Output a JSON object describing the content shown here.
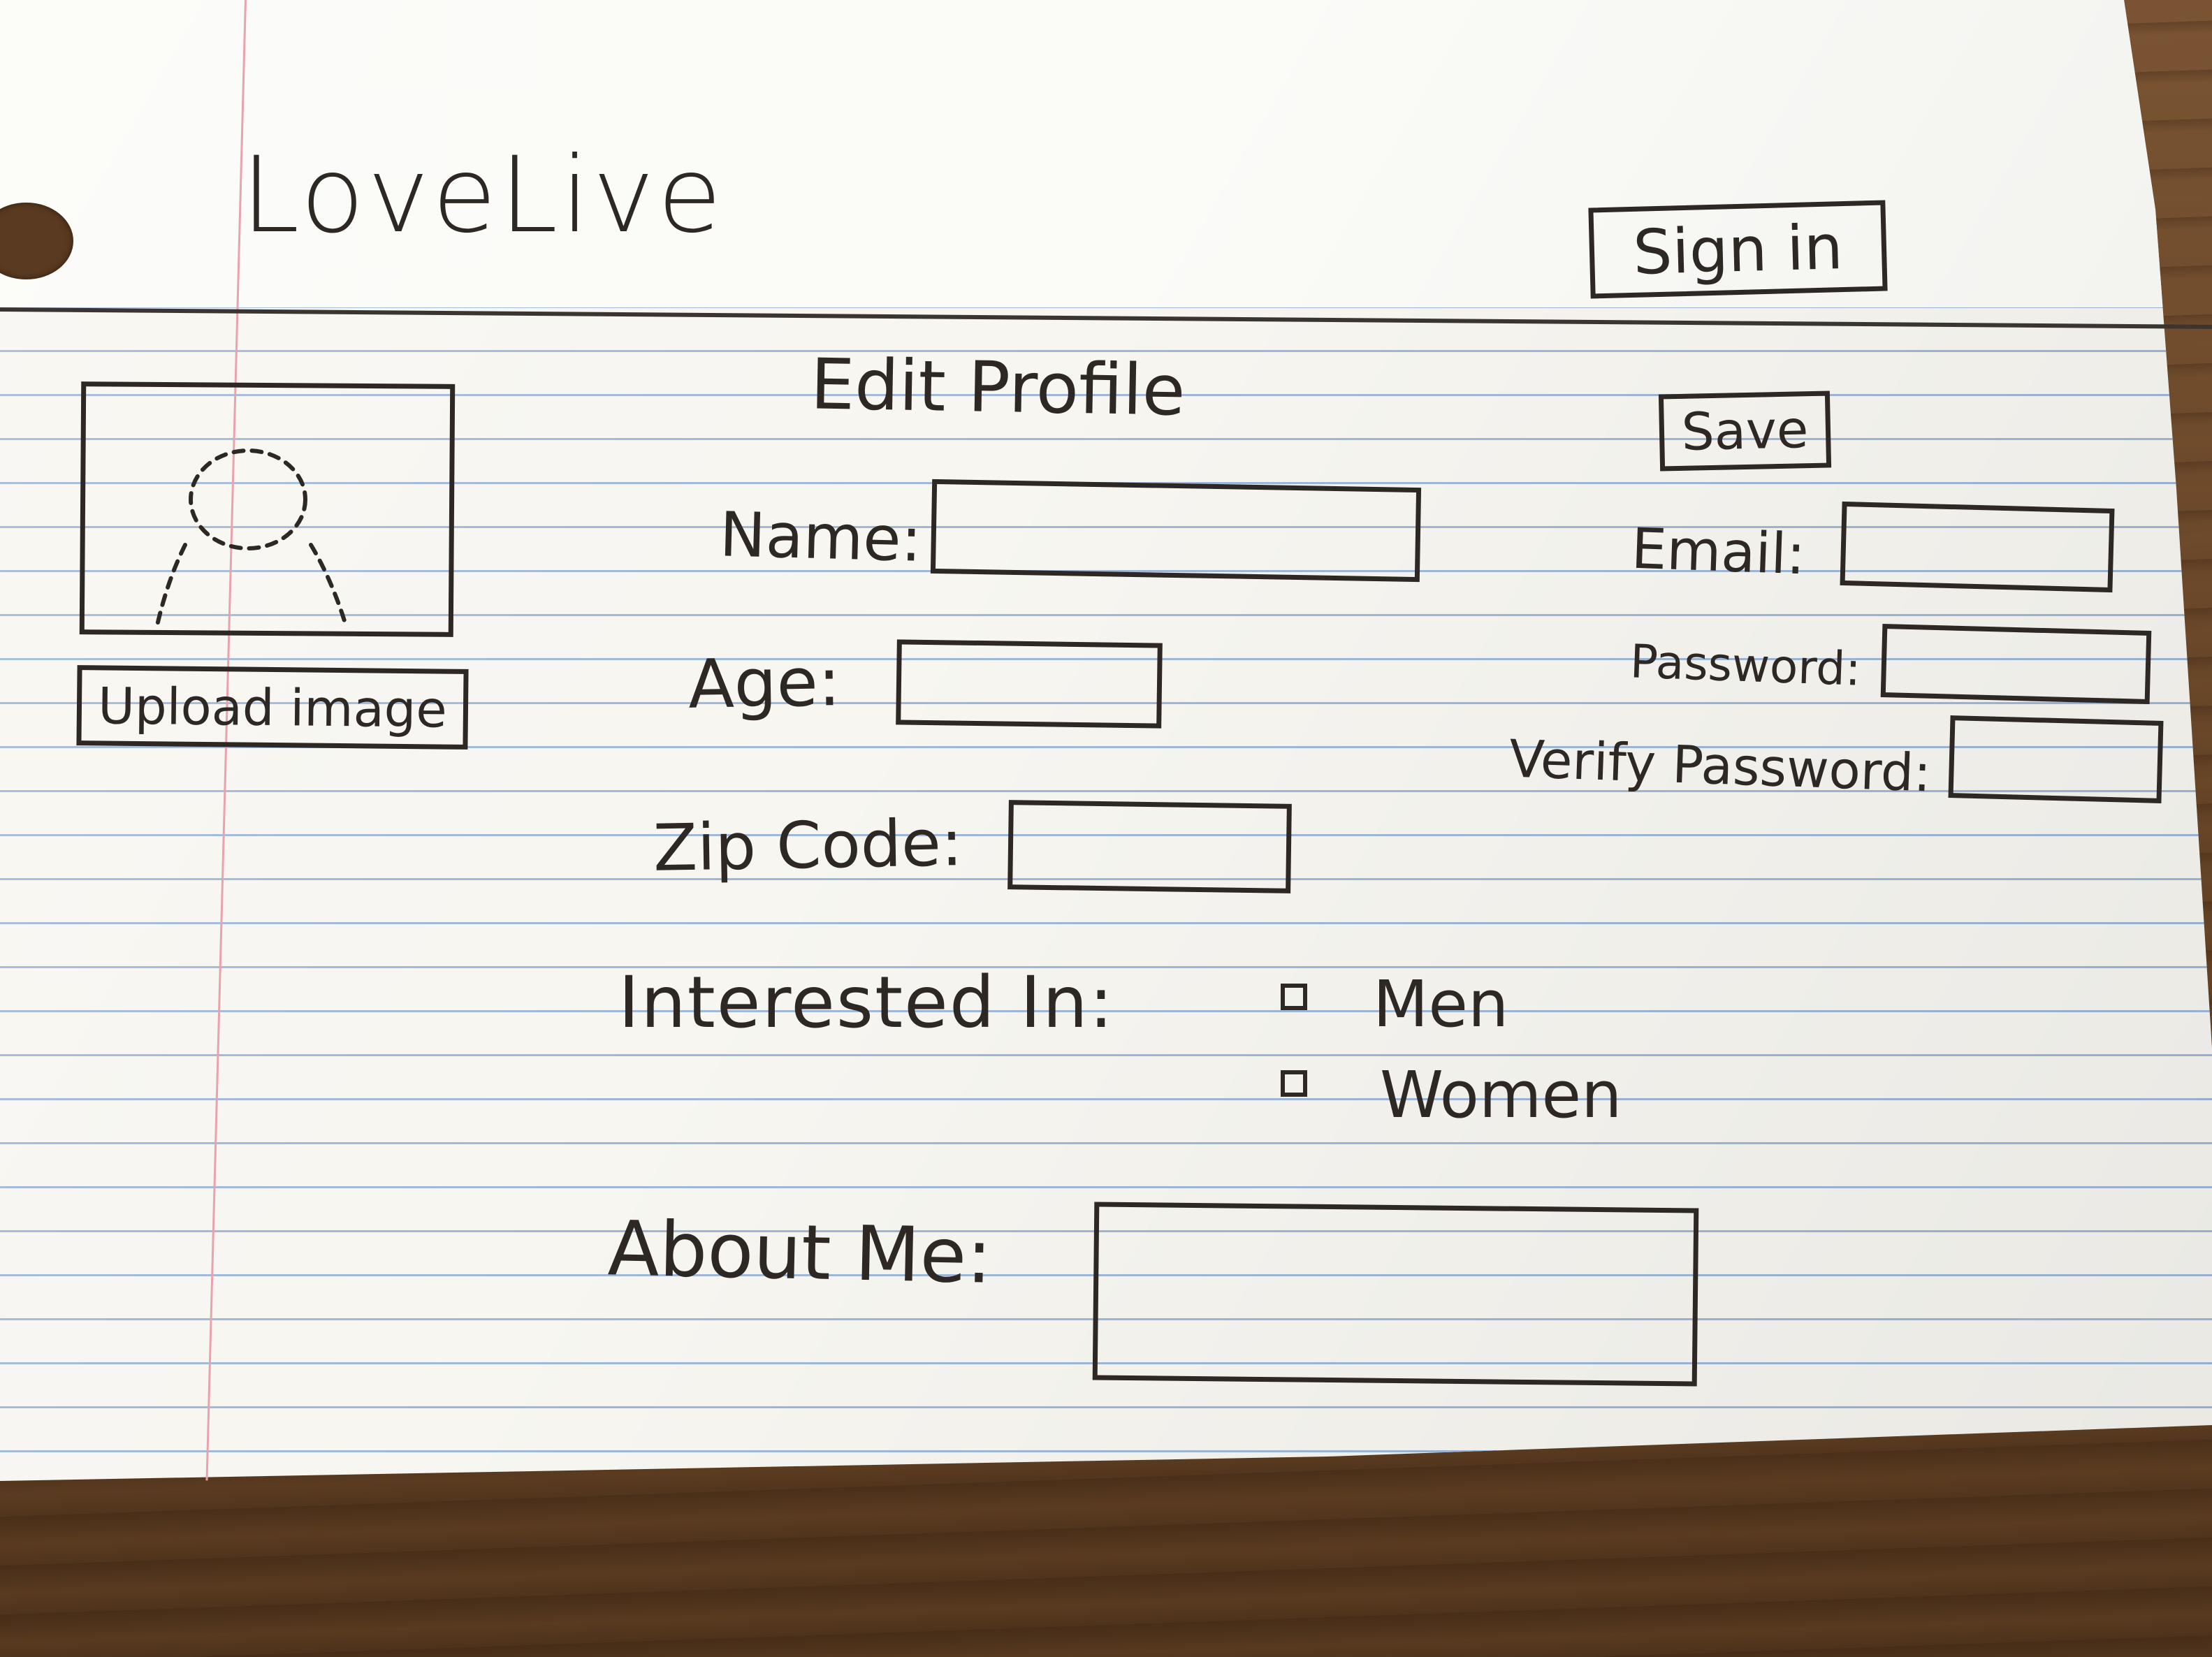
{
  "header": {
    "app_title": "LoveLive",
    "sign_in_label": "Sign in"
  },
  "profile_image": {
    "upload_label": "Upload image",
    "icon": "user-silhouette-icon"
  },
  "main": {
    "page_title": "Edit Profile",
    "save_label": "Save",
    "fields": {
      "name_label": "Name:",
      "age_label": "Age:",
      "zip_label": "Zip Code:",
      "email_label": "Email:",
      "password_label": "Password:",
      "verify_password_label": "Verify Password:",
      "about_me_label": "About Me:"
    },
    "interested_in": {
      "label": "Interested In:",
      "options": [
        "Men",
        "Women"
      ]
    }
  }
}
